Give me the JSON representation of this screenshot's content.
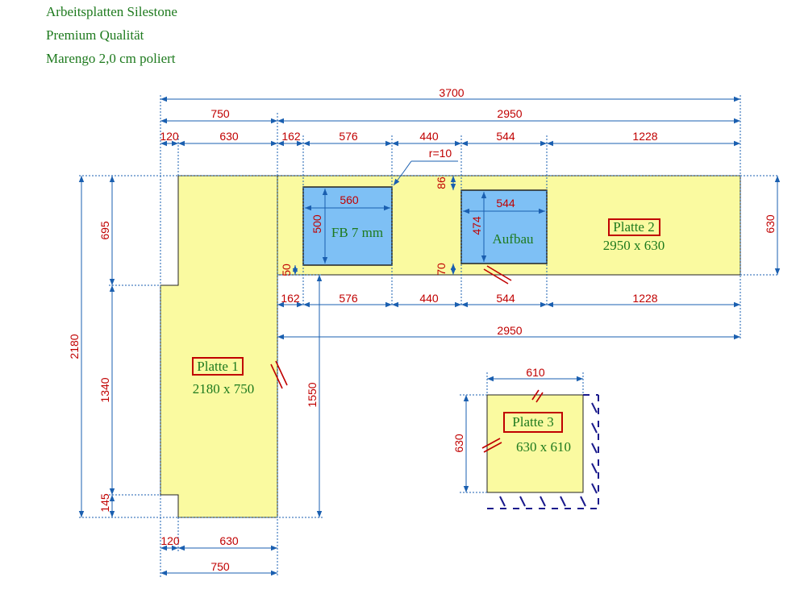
{
  "header": {
    "line1": "Arbeitsplatten Silestone",
    "line2": "Premium Qualität",
    "line3": "Marengo 2,0 cm poliert"
  },
  "plates": {
    "p1": {
      "name": "Platte 1",
      "size": "2180 x 750"
    },
    "p2": {
      "name": "Platte 2",
      "size": "2950 x 630"
    },
    "p3": {
      "name": "Platte 3",
      "size": "630 x 610"
    }
  },
  "cutouts": {
    "sink": {
      "label": "FB 7 mm",
      "width": "560",
      "height": "500"
    },
    "hob": {
      "label": "Aufbau",
      "width": "544",
      "height": "474"
    }
  },
  "dims": {
    "total": "3700",
    "top_750": "750",
    "top_2950": "2950",
    "top_120": "120",
    "top_630": "630",
    "top_162": "162",
    "top_576": "576",
    "top_440": "440",
    "top_544": "544",
    "top_1228": "1228",
    "radius": "r=10",
    "d86": "86",
    "d50": "50",
    "d70": "70",
    "mid_162": "162",
    "mid_576": "576",
    "mid_440": "440",
    "mid_544": "544",
    "mid_1228": "1228",
    "mid_2950": "2950",
    "left_2180": "2180",
    "left_695": "695",
    "left_1340": "1340",
    "left_145": "145",
    "v1550": "1550",
    "right_630": "630",
    "bot_120": "120",
    "bot_630": "630",
    "bot_750": "750",
    "p3_w": "610",
    "p3_h": "630"
  },
  "colors": {
    "slab": "#fafaa0",
    "cutout": "#7ec0f5",
    "dimension_text": "#c00000",
    "dimension_line": "#1a5fb0",
    "label_text": "#1e7a1e"
  }
}
